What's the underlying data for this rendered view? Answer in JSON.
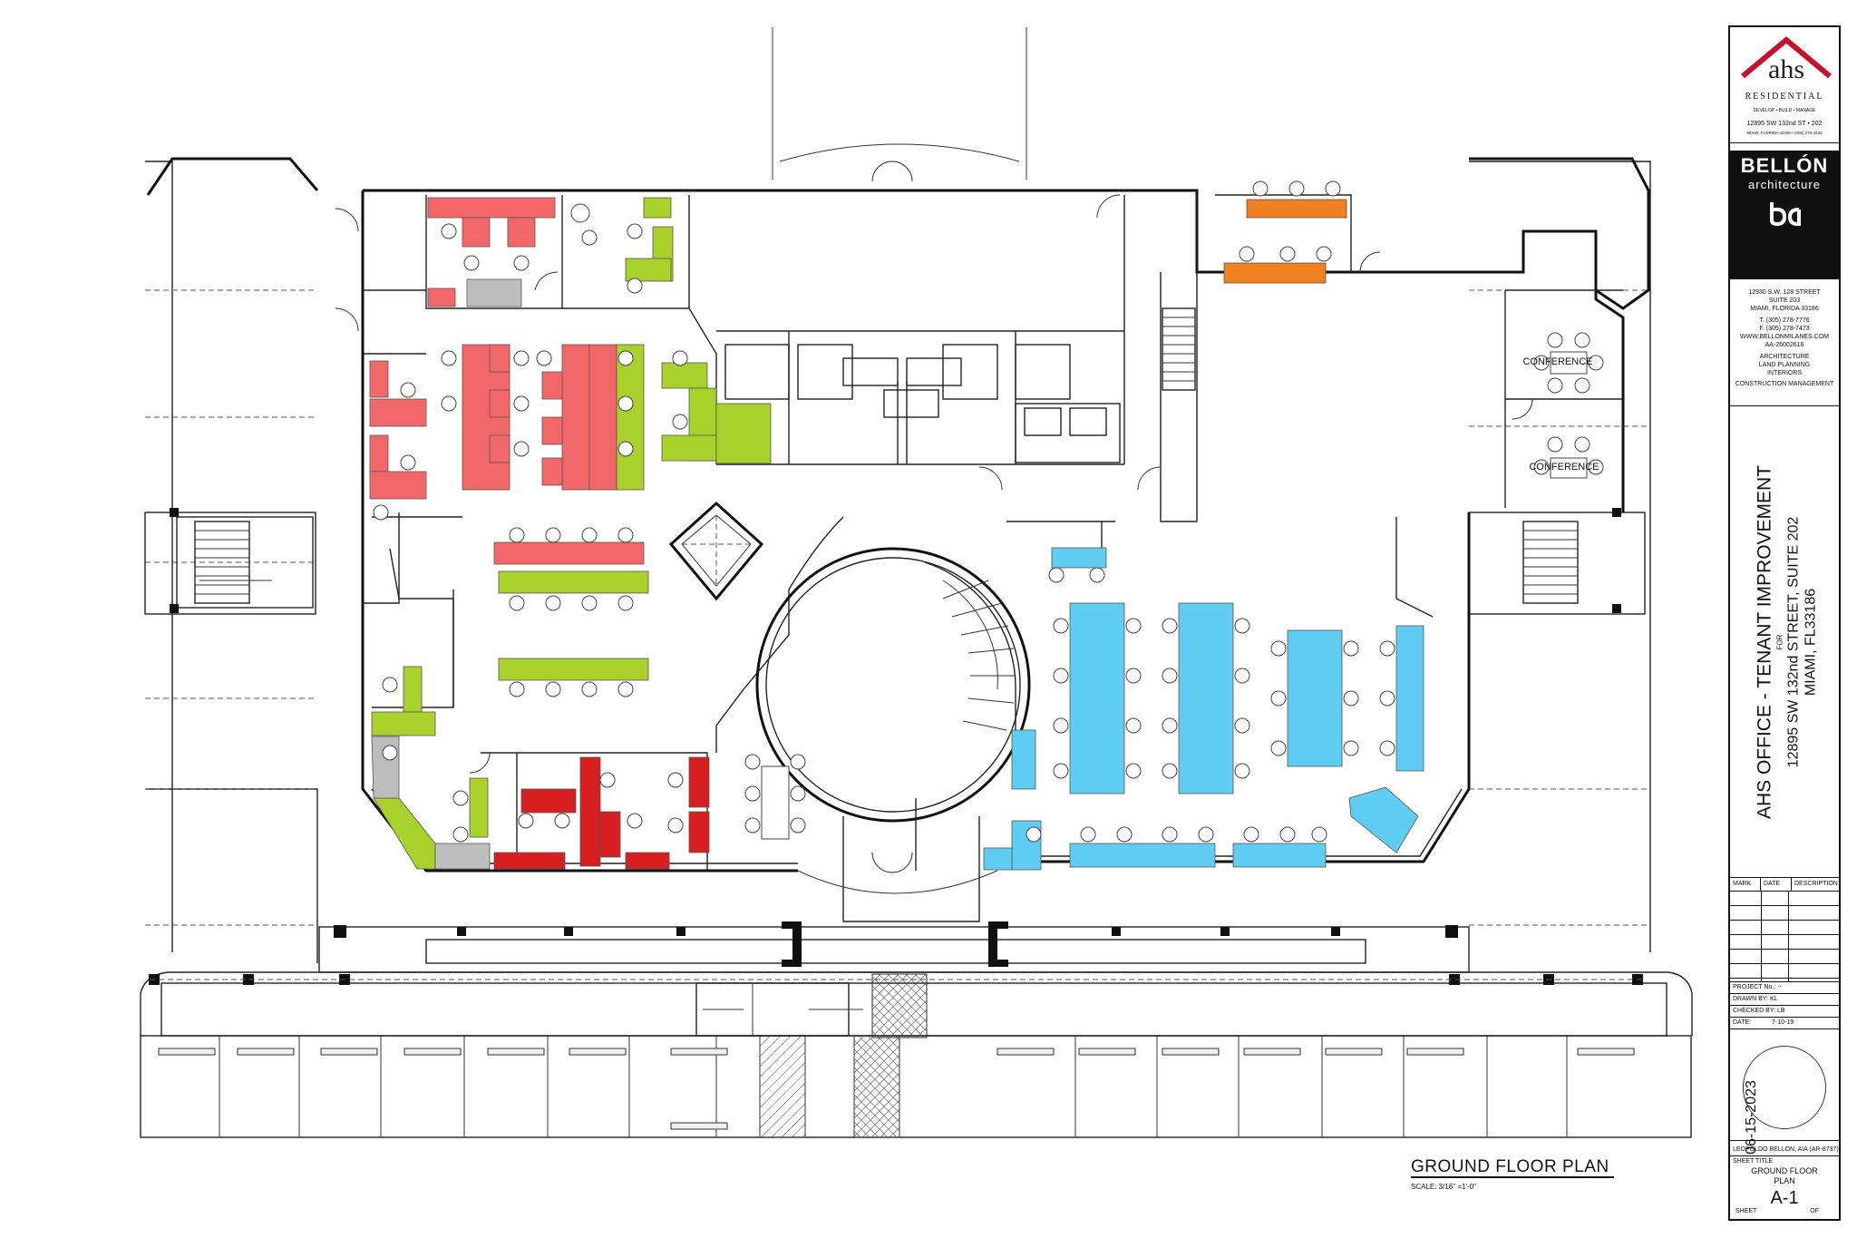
{
  "title_block": {
    "ahs_logo_text": "ahs",
    "ahs_residential": "RESIDENTIAL",
    "ahs_tagline": "DEVELOP • BUILD • MANAGE",
    "ahs_address": "12895 SW 132nd ST • 202",
    "ahs_address2": "MIAMI, FLORIDA 33186 • (305) 278-3332",
    "bellon_name": "BELLÓN",
    "bellon_sub": "architecture",
    "bellon_address1": "12930 S.W. 128 STREET",
    "bellon_address2": "SUITE 203",
    "bellon_address3": "MIAMI, FLORIDA 33186",
    "bellon_tel": "T. (305) 278-7776",
    "bellon_fax": "F. (305) 278-7473",
    "bellon_web": "WWW.BELLONMILANES.COM",
    "bellon_license": "AA-26002616",
    "bellon_services": [
      "ARCHITECTURE",
      "LAND PLANNING",
      "INTERIORS",
      "CONSTRUCTION MANAGEMENT"
    ],
    "project_title": "AHS OFFICE - TENANT IMPROVEMENT",
    "project_for": "FOR",
    "project_address1": "12895 SW 132nd STREET, SUITE 202",
    "project_address2": "MIAMI, FL33186",
    "revision_headers": [
      "MARK",
      "DATE",
      "DESCRIPTION"
    ],
    "project_no_label": "PROJECT No.: --",
    "drawn_by": "DRAWN BY:    KL",
    "checked_by": "CHECKED BY: LB",
    "date_label": "DATE:",
    "date_value": "7-10-19",
    "architect": "LEOPOLDO BELLON, AIA (AR-8737)",
    "sheet_title_label": "SHEET TITLE",
    "sheet_title": "GROUND FLOOR PLAN",
    "sheet_number": "A-1",
    "sheet_label": "SHEET",
    "of_label": "OF",
    "stamp_date": "06-15-2023"
  },
  "drawing": {
    "title": "GROUND FLOOR  PLAN",
    "scale": "SCALE: 3/16\" =1'-0\"",
    "room_labels": {
      "conference_1": "CONFERENCE",
      "conference_2": "CONFERENCE"
    }
  },
  "colors": {
    "salmon": "#f26868",
    "lime": "#a9d12b",
    "red": "#d71f1f",
    "orange": "#f08020",
    "cyan": "#5fcdf2",
    "gray": "#bdbdbd",
    "darkgray": "#888888",
    "line": "#111111"
  },
  "legend_note": ""
}
